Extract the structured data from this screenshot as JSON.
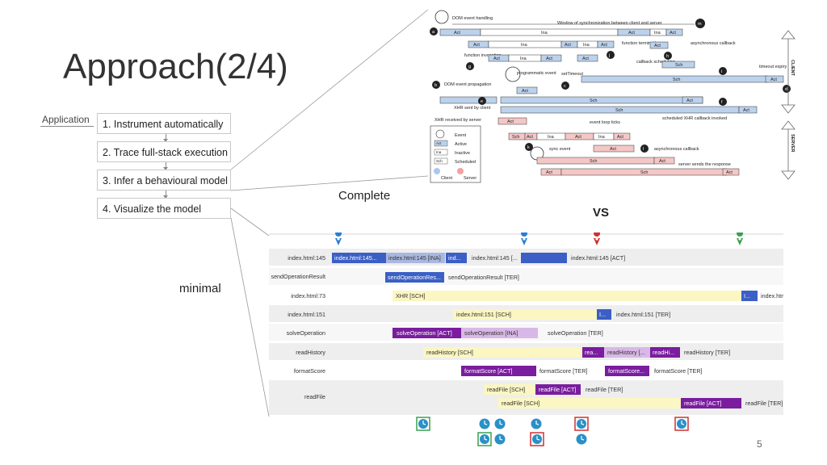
{
  "slide": {
    "title": "Approach(2/4)",
    "page_number": "5",
    "application_label": "Application",
    "steps": [
      "1. Instrument automatically",
      "2. Trace full-stack execution",
      "3. Infer a behavioural model",
      "4. Visualize the model"
    ],
    "label_complete": "Complete",
    "label_vs": "VS",
    "label_minimal": "minimal"
  },
  "diagram": {
    "dom_event_handling": "DOM event handling",
    "window_sync": "Window of synchronization between client and server",
    "function_invocation": "function invocation",
    "function_termination": "function termination",
    "asynchronous_callback": "asynchronous callback",
    "programmatic_event": "programmatic event",
    "settimeout": "setTimeout",
    "callback_scheduling": "callback scheduling",
    "timeout_expiry": "timeout expiry",
    "dom_event_propagation": "DOM event propagation",
    "xhr_sent": "XHR sent by client",
    "xhr_received": "XHR received by server",
    "event_loop_ticks": "event loop ticks",
    "scheduled_xhr": "scheduled XHR callback invoked",
    "sync_event": "sync event",
    "async_callback2": "asynchronous callback",
    "server_sends": "server sends the response",
    "client_side": "CLIENT",
    "server_side": "SERVER",
    "legend": {
      "event": "Event",
      "active": "Active",
      "inactive": "Inactive",
      "scheduled": "Scheduled",
      "client": "Client",
      "server": "Server"
    },
    "bar_act": "Act",
    "bar_ina": "Ina",
    "bar_sch": "Sch",
    "markers": [
      "a",
      "b",
      "c",
      "d",
      "e",
      "f",
      "g",
      "h",
      "i",
      "j",
      "k",
      "l",
      "m"
    ]
  },
  "timeline": {
    "rows": [
      {
        "label": "index.html:145",
        "segments": [
          "index.html:145...",
          "index.html:145 [INA]",
          "ind...",
          "index.html:145 [...",
          "",
          "index.html:145 [ACT]"
        ]
      },
      {
        "label": "sendOperationResult",
        "segments": [
          "sendOperationRes...",
          "sendOperationResult [TER]"
        ]
      },
      {
        "label": "index.html:73",
        "segments": [
          "XHR [SCH]",
          "I...",
          "index.htm"
        ]
      },
      {
        "label": "index.html:151",
        "segments": [
          "index.html:151 [SCH]",
          "I...",
          "index.html:151 [TER]"
        ]
      },
      {
        "label": "solveOperation",
        "segments": [
          "solveOperation [ACT]",
          "solveOperation [INA]",
          "solveOperation [TER]"
        ]
      },
      {
        "label": "readHistory",
        "segments": [
          "readHistory [SCH]",
          "rea...",
          "readHistory [...",
          "readHi...",
          "readHistory [TER]"
        ]
      },
      {
        "label": "formatScore",
        "segments": [
          "formatScore [ACT]",
          "formatScore [TER]",
          "formatScore...",
          "formatScore [TER]"
        ]
      },
      {
        "label": "readFile",
        "segments": [
          "readFile [SCH]",
          "readFile [ACT]",
          "readFile [TER]",
          "readFile [SCH]",
          "readFile [ACT]",
          "readFile [TER]"
        ]
      }
    ],
    "colors": {
      "blue_act": "#3b5fc4",
      "blue_ina": "#aab8e0",
      "purple_act": "#7a1d9e",
      "purple_ina": "#d8b8e6",
      "yellow_sch": "#fbf6c2",
      "pin_blue": "#2a7fd0",
      "pin_red": "#d03030",
      "pin_green": "#3aa050",
      "clock": "#2a90c8"
    }
  }
}
